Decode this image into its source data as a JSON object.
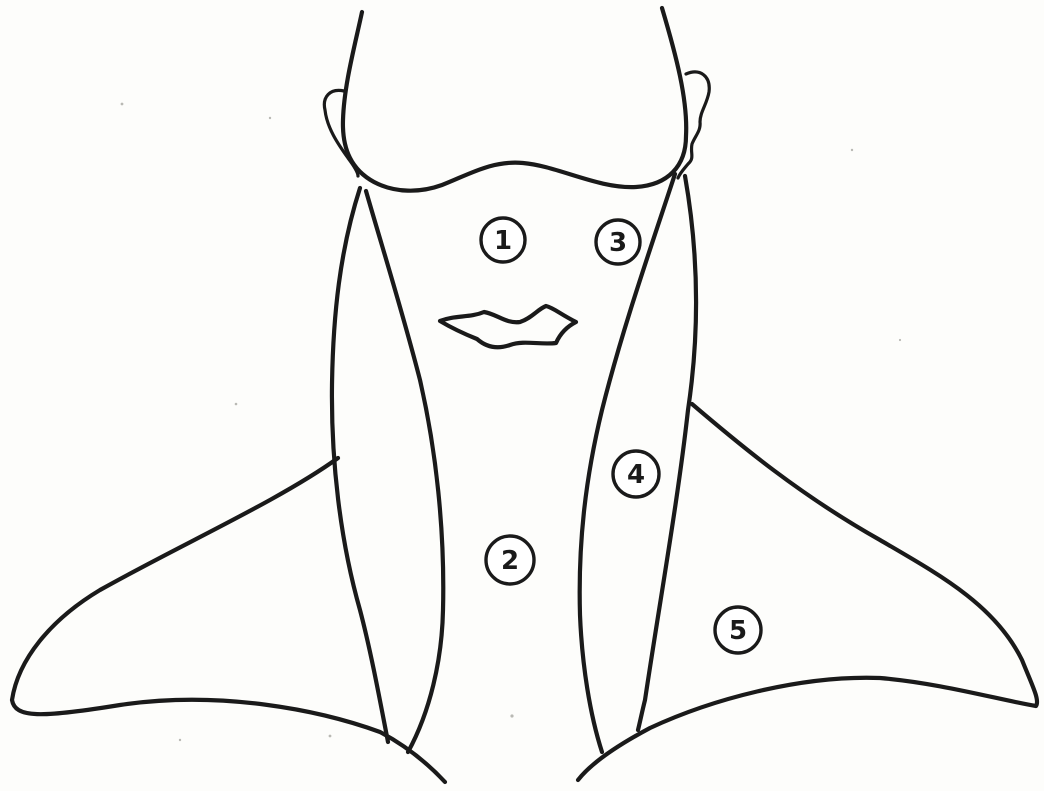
{
  "diagram": {
    "line_color": "#1a1a1a",
    "background_color": "#fdfdfb",
    "markers": [
      {
        "label": "1"
      },
      {
        "label": "2"
      },
      {
        "label": "3"
      },
      {
        "label": "4"
      },
      {
        "label": "5"
      }
    ]
  }
}
